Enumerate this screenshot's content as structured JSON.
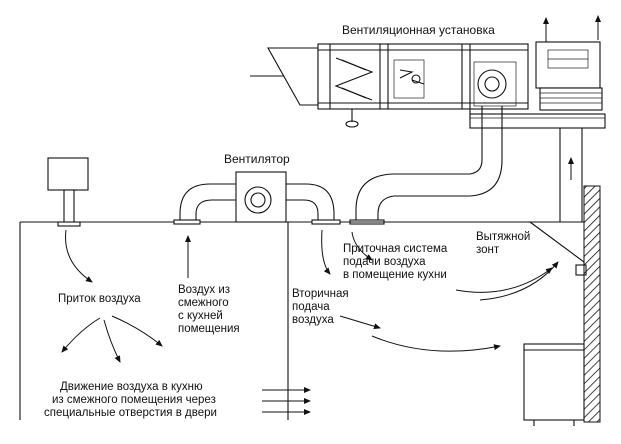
{
  "labels": {
    "ventilation_unit": "Вентиляционная установка",
    "fan": "Вентилятор",
    "inflow_air": "Приток воздуха",
    "air_adjacent_1": "Воздух из",
    "air_adjacent_2": "смежного",
    "air_adjacent_3": "с кухней",
    "air_adjacent_4": "помещения",
    "secondary_1": "Вторичная",
    "secondary_2": "подача",
    "secondary_3": "воздуха",
    "supply_1": "Приточная система",
    "supply_2": "подачи воздуха",
    "supply_3": "в помещение кухни",
    "hood_1": "Вытяжной",
    "hood_2": "зонт",
    "movement_1": "Движение воздуха в кухню",
    "movement_2": "из смежного помещения через",
    "movement_3": "специальные отверстия в двери"
  }
}
